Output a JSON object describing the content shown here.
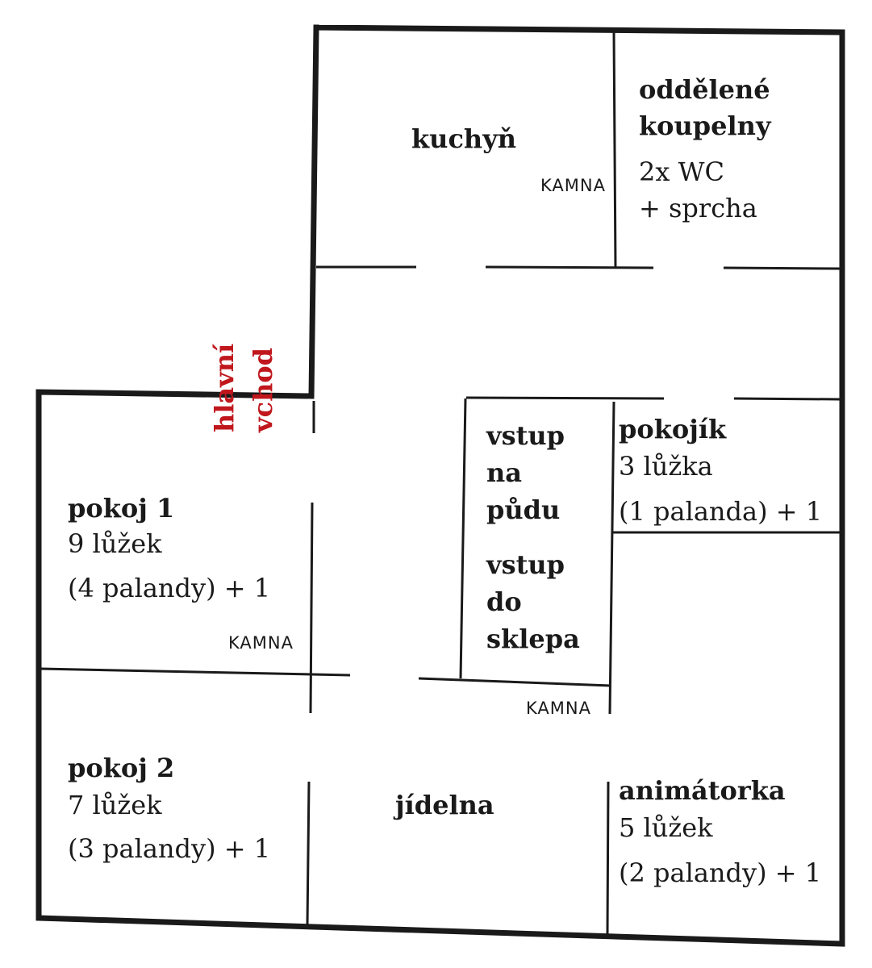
{
  "colors": {
    "wall": "#1a1a1a",
    "text": "#1a1a1a",
    "entrance": "#c0171d",
    "background": "#ffffff"
  },
  "entrance": {
    "line1": "hlavní",
    "line2": "vchod"
  },
  "rooms": {
    "kitchen": {
      "title": "kuchyň",
      "stove": "KAMNA"
    },
    "bathrooms": {
      "title1": "oddělené",
      "title2": "koupelny",
      "detail1": "2x WC",
      "detail2": "+ sprcha"
    },
    "attic": {
      "line1": "vstup",
      "line2": "na",
      "line3": "půdu"
    },
    "cellar": {
      "line1": "vstup",
      "line2": "do",
      "line3": "sklepa",
      "stove": "KAMNA"
    },
    "small_room": {
      "title": "pokojík",
      "beds": "3 lůžka",
      "bunks": "(1 palanda) + 1"
    },
    "room1": {
      "title": "pokoj 1",
      "beds": "9 lůžek",
      "bunks": "(4 palandy) + 1",
      "stove": "KAMNA"
    },
    "room2": {
      "title": "pokoj 2",
      "beds": "7 lůžek",
      "bunks": "(3 palandy) + 1"
    },
    "dining": {
      "title": "jídelna"
    },
    "animator": {
      "title": "animátorka",
      "beds": "5 lůžek",
      "bunks": "(2 palandy) + 1"
    }
  }
}
